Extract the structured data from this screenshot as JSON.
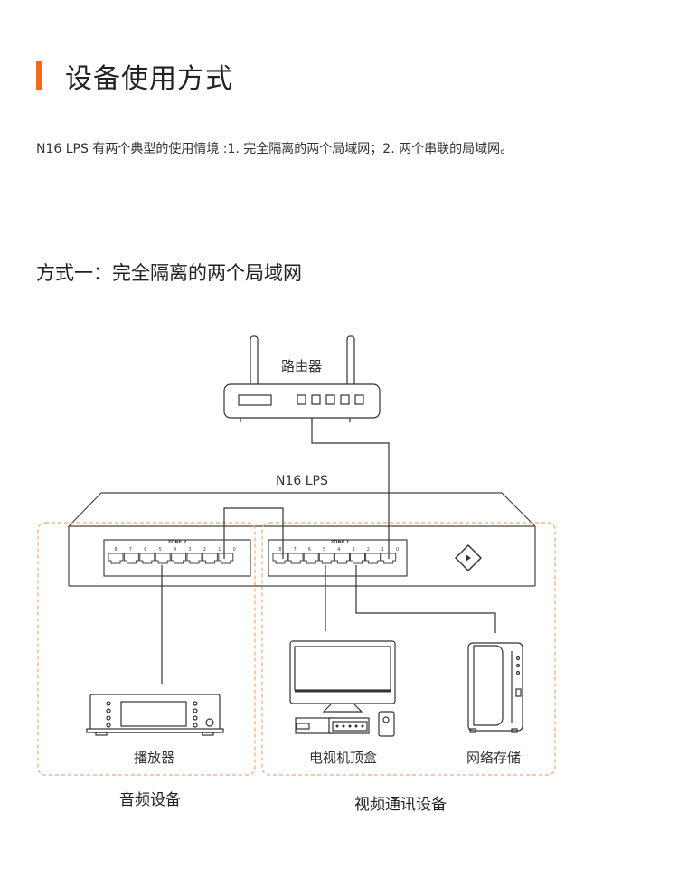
{
  "header": {
    "title": "设备使用方式",
    "accent_color": "#f26b1d"
  },
  "intro": "N16 LPS 有两个典型的使用情境 :1. 完全隔离的两个局域网；2. 两个串联的局域网。",
  "section": {
    "title": "方式一：完全隔离的两个局域网"
  },
  "diagram": {
    "router_label": "路由器",
    "switch_label": "N16 LPS",
    "zone2_label": "ZONE 2",
    "zone1_label": "ZONE 1",
    "port_numbers": [
      "8",
      "7",
      "6",
      "5",
      "4",
      "3",
      "2",
      "1",
      "0"
    ],
    "player_label": "播放器",
    "stb_label": "电视机顶盒",
    "nas_label": "网络存储",
    "group_audio": "音频设备",
    "group_video": "视频通讯设备",
    "zone_border_color": "#f0a878"
  }
}
